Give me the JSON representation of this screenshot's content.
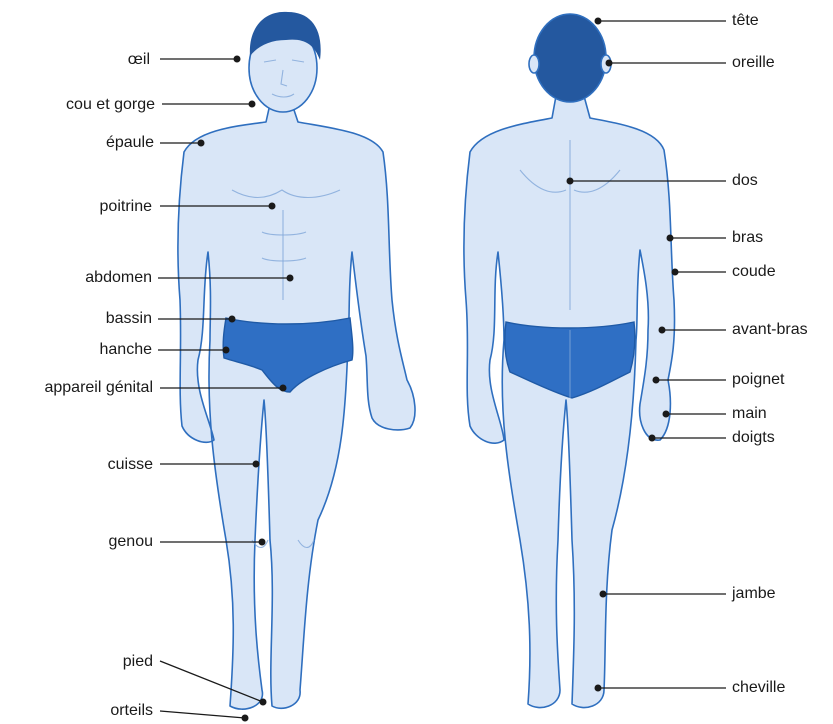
{
  "front_labels": {
    "oeil": "œil",
    "cou_et_gorge": "cou et gorge",
    "epaule": "épaule",
    "poitrine": "poitrine",
    "abdomen": "abdomen",
    "bassin": "bassin",
    "hanche": "hanche",
    "appareil_genital": "appareil génital",
    "cuisse": "cuisse",
    "genou": "genou",
    "pied": "pied",
    "orteils": "orteils"
  },
  "back_labels": {
    "tete": "tête",
    "oreille": "oreille",
    "dos": "dos",
    "bras": "bras",
    "coude": "coude",
    "avant_bras": "avant-bras",
    "poignet": "poignet",
    "main": "main",
    "doigts": "doigts",
    "jambe": "jambe",
    "cheville": "cheville"
  },
  "colors": {
    "skin": "#d9e6f7",
    "skin_outline": "#2f6fbf",
    "underwear": "#2f6fc4",
    "hair": "#24589f",
    "label_text": "#1a1a1a"
  }
}
